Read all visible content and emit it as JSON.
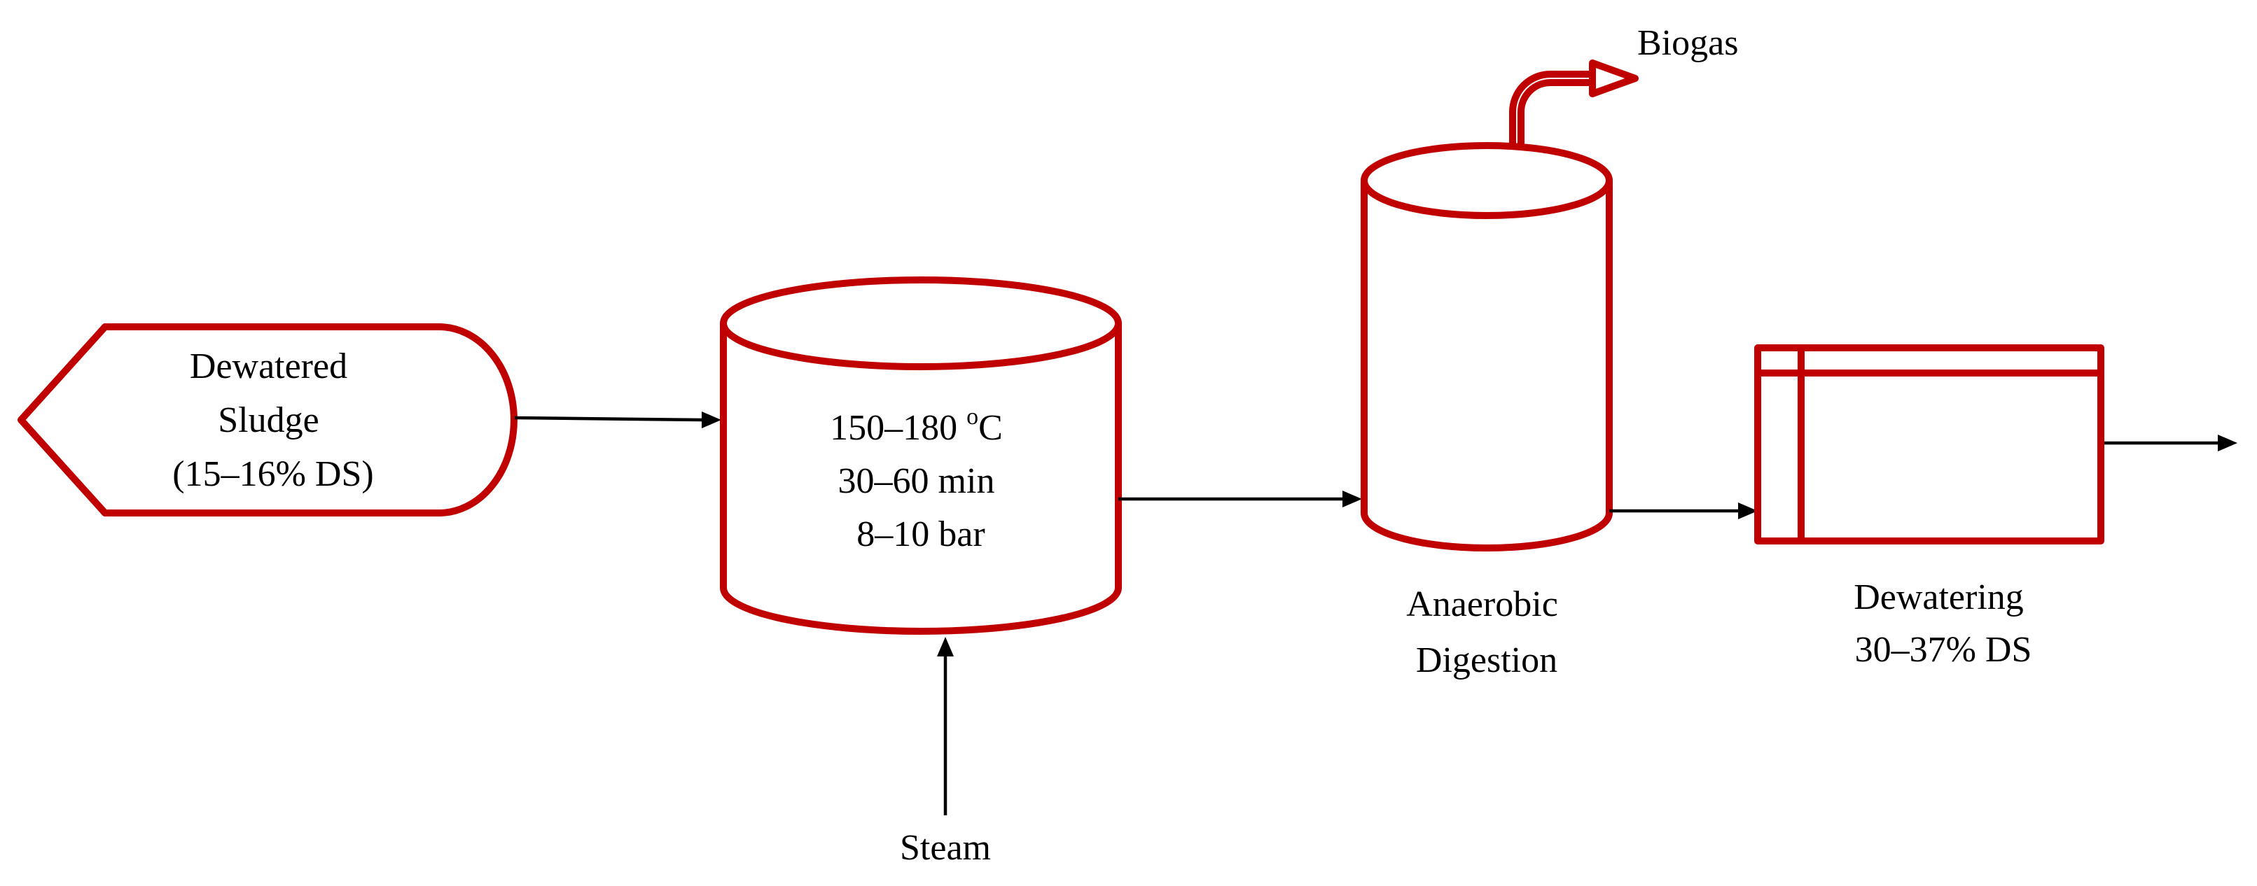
{
  "colors": {
    "equipment_outline": "#C00000",
    "flow_line": "#000000",
    "background": "#ffffff",
    "text": "#000000"
  },
  "feed": {
    "lines": [
      "Dewatered",
      "Sludge",
      "(15–16% DS)"
    ]
  },
  "hydrolysis": {
    "lines": [
      "150–180 ",
      "30–60 min",
      "8–10 bar"
    ],
    "unit_superscript": "o",
    "unit": "C"
  },
  "steam": {
    "label": "Steam"
  },
  "digester": {
    "lines": [
      "Anaerobic",
      "Digestion"
    ]
  },
  "biogas": {
    "label": "Biogas"
  },
  "dewatering": {
    "lines": [
      "Dewatering",
      "30–37% DS"
    ]
  }
}
